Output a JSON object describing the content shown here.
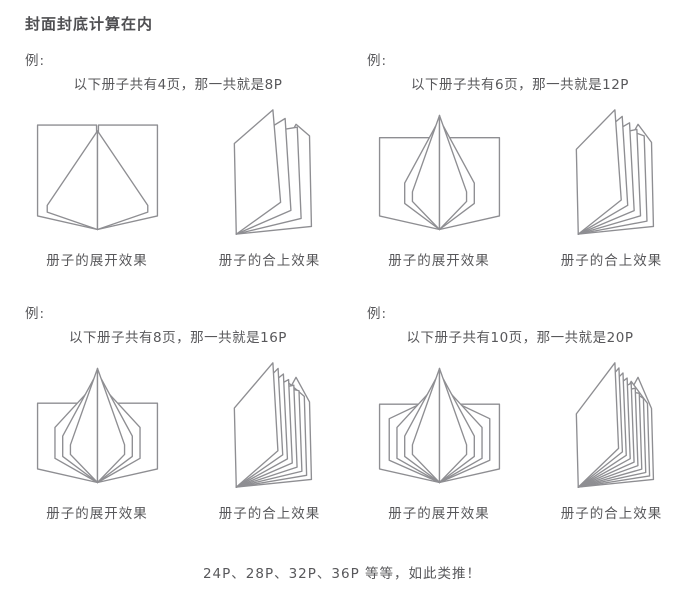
{
  "page": {
    "title": "封面封底计算在内",
    "footer": "24P、28P、32P、36P 等等，如此类推！",
    "colors": {
      "text": "#58585b",
      "line": "#8e8e92",
      "background": "#ffffff"
    }
  },
  "labels": {
    "example": "例:",
    "open_caption": "册子的展开效果",
    "closed_caption": "册子的合上效果"
  },
  "examples": [
    {
      "sentence": "以下册子共有4页，那一共就是8P",
      "sheets": 4
    },
    {
      "sentence": "以下册子共有6页，那一共就是12P",
      "sheets": 6
    },
    {
      "sentence": "以下册子共有8页，那一共就是16P",
      "sheets": 8
    },
    {
      "sentence": "以下册子共有10页，那一共就是20P",
      "sheets": 10
    }
  ]
}
